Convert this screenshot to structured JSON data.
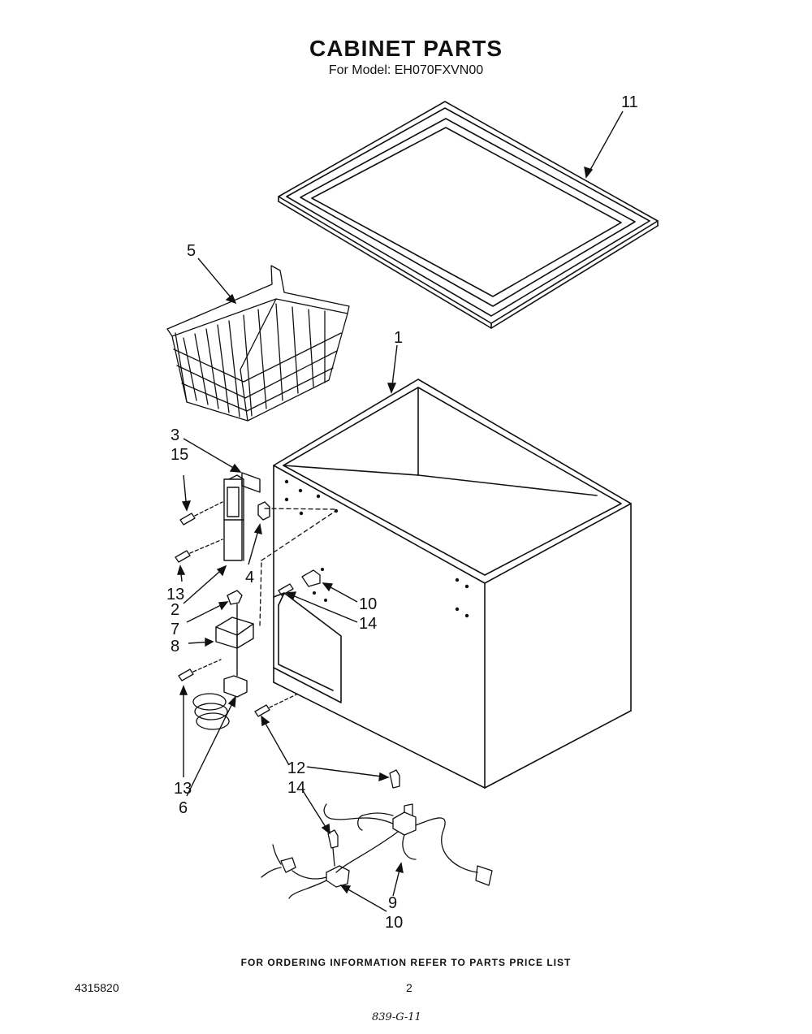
{
  "header": {
    "title": "CABINET PARTS",
    "subtitle": "For Model: EH070FXVN00"
  },
  "diagram": {
    "callouts": [
      {
        "id": "c11",
        "text": "11"
      },
      {
        "id": "c5",
        "text": "5"
      },
      {
        "id": "c1",
        "text": "1"
      },
      {
        "id": "c3",
        "text": "3"
      },
      {
        "id": "c15",
        "text": "15"
      },
      {
        "id": "c4",
        "text": "4"
      },
      {
        "id": "c13a",
        "text": "13"
      },
      {
        "id": "c2",
        "text": "2"
      },
      {
        "id": "c7",
        "text": "7"
      },
      {
        "id": "c8",
        "text": "8"
      },
      {
        "id": "c10a",
        "text": "10"
      },
      {
        "id": "c14a",
        "text": "14"
      },
      {
        "id": "c13b",
        "text": "13"
      },
      {
        "id": "c6",
        "text": "6"
      },
      {
        "id": "c12",
        "text": "12"
      },
      {
        "id": "c14b",
        "text": "14"
      },
      {
        "id": "c9",
        "text": "9"
      },
      {
        "id": "c10b",
        "text": "10"
      }
    ]
  },
  "footer": {
    "ordering_note": "FOR ORDERING INFORMATION REFER TO PARTS PRICE LIST",
    "doc_number": "4315820",
    "page_number": "2",
    "handwritten_code": "839-G-11"
  }
}
